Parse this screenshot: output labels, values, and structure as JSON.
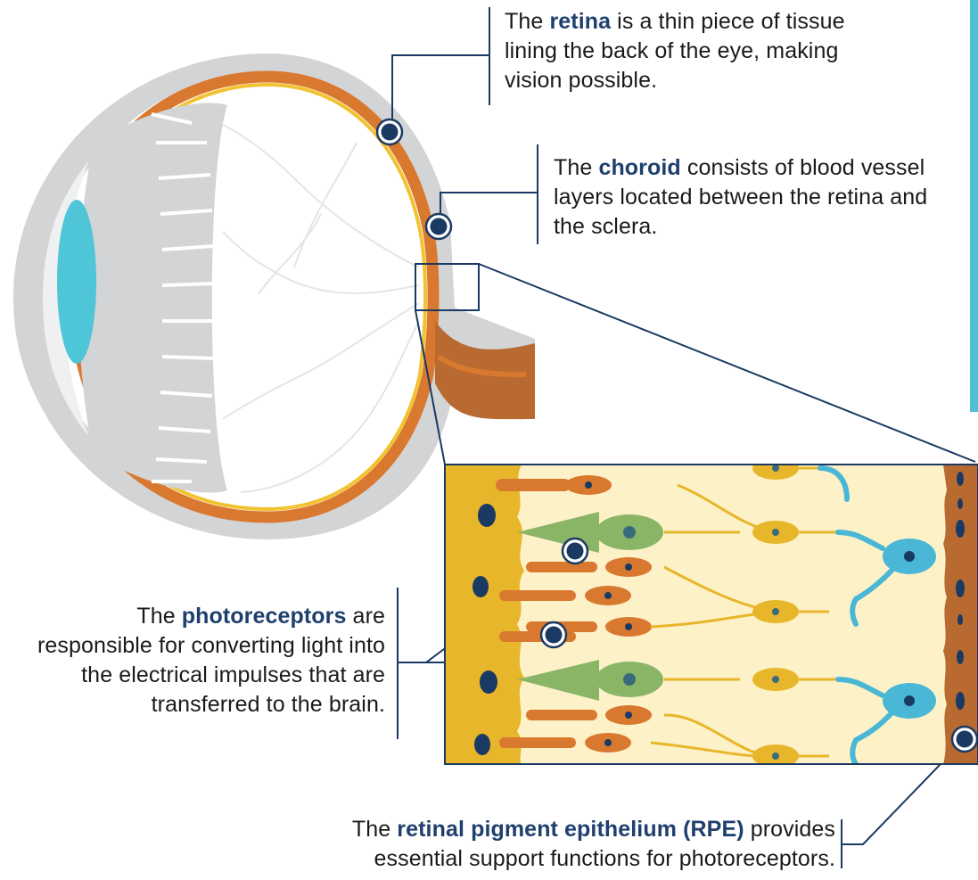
{
  "captions": {
    "retina": {
      "prefix": "The ",
      "term": "retina",
      "suffix": " is a thin piece of tissue lining the back of the eye, making vision possible."
    },
    "choroid": {
      "prefix": "The ",
      "term": "choroid",
      "suffix": " consists of blood vessel layers located between the retina and the sclera."
    },
    "photoreceptors": {
      "prefix": "The ",
      "term": "photoreceptors",
      "suffix": " are responsible for converting light into the electrical impulses that are transferred to the brain."
    },
    "rpe": {
      "prefix": "The ",
      "term": "retinal pigment epithelium (RPE)",
      "suffix": " provides essential support functions for photoreceptors."
    }
  },
  "colors": {
    "term": "#1f3f6e",
    "sclera": "#d3d4d6",
    "choroid_orange": "#d9782f",
    "retina_yellow": "#f2c230",
    "lens_blue": "#4fc5d8",
    "rpe_brown": "#b86a30",
    "background_cream": "#fdf1c8",
    "cone_green": "#8ab567",
    "nerve_cyan": "#4ab7d6",
    "marker_navy": "#1a3a63",
    "accent_bar": "#4ec0d4"
  },
  "icons": [
    "retina-marker-icon",
    "choroid-marker-icon",
    "photoreceptor-marker-icon",
    "rpe-marker-icon"
  ]
}
